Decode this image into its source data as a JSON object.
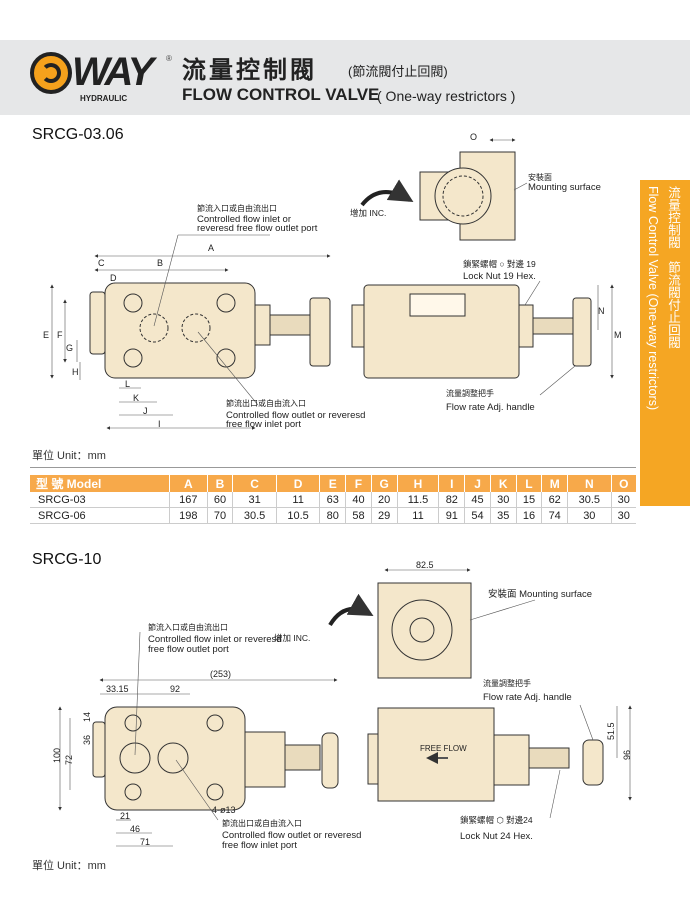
{
  "header": {
    "logo_text": "WAY",
    "logo_sub": "HYDRAULIC",
    "registered": "®",
    "title_zh": "流量控制閥",
    "title_zh_sub": "(節流閥付止回閥)",
    "title_en": "FLOW CONTROL VALVE",
    "title_en_sub": "( One-way restrictors )"
  },
  "side_tab": {
    "line1": "流量控制閥　節流閥付止回閥",
    "line2": "Flow Control Valve (One-way restrictors)"
  },
  "section1": {
    "title": "SRCG-03.06",
    "inc": "增加 INC.",
    "mounting_zh": "安裝面",
    "mounting_en": "Mounting surface",
    "inlet_zh": "節流入口或自由流出口",
    "inlet_en1": "Controlled flow inlet or",
    "inlet_en2": "reveresd free flow outlet port",
    "outlet_zh": "節流出口或自由流入口",
    "outlet_en1": "Controlled flow outlet or reveresd",
    "outlet_en2": "free flow inlet port",
    "locknut_zh": "鎖緊螺帽 ○ 對邊 19",
    "locknut_en": "Lock Nut 19 Hex.",
    "handle_zh": "流量調整把手",
    "handle_en": "Flow rate Adj. handle",
    "dims": {
      "A": "A",
      "B": "B",
      "C": "C",
      "D": "D",
      "E": "E",
      "F": "F",
      "G": "G",
      "H": "H",
      "I": "I",
      "J": "J",
      "K": "K",
      "L": "L",
      "M": "M",
      "N": "N",
      "O": "O"
    },
    "unit": "單位 Unit：mm"
  },
  "table": {
    "headers": [
      "型 號 Model",
      "A",
      "B",
      "C",
      "D",
      "E",
      "F",
      "G",
      "H",
      "I",
      "J",
      "K",
      "L",
      "M",
      "N",
      "O"
    ],
    "rows": [
      [
        "SRCG-03",
        "167",
        "60",
        "31",
        "11",
        "63",
        "40",
        "20",
        "11.5",
        "82",
        "45",
        "30",
        "15",
        "62",
        "30.5",
        "30"
      ],
      [
        "SRCG-06",
        "198",
        "70",
        "30.5",
        "10.5",
        "80",
        "58",
        "29",
        "11",
        "91",
        "54",
        "35",
        "16",
        "74",
        "30",
        "30"
      ]
    ]
  },
  "section2": {
    "title": "SRCG-10",
    "inc": "增加 INC.",
    "mounting": "安裝面 Mounting surface",
    "inlet_zh": "節流入口或自由流出口",
    "inlet_en1": "Controlled flow inlet or reveresd",
    "inlet_en2": "free flow outlet port",
    "outlet_zh": "節流出口或自由流入口",
    "outlet_en1": "Controlled flow outlet or reveresd",
    "outlet_en2": "free flow inlet port",
    "handle_zh": "流量調整把手",
    "handle_en": "Flow rate Adj. handle",
    "locknut_zh": "鎖緊螺帽 ⬡ 對邊24",
    "locknut_en": "Lock Nut 24 Hex.",
    "free_flow": "FREE FLOW",
    "holes": "4-ø13",
    "dims": {
      "d253": "(253)",
      "d3315": "33.15",
      "d92": "92",
      "d14": "14",
      "d36": "36",
      "d72": "72",
      "d100": "100",
      "d21": "21",
      "d46": "46",
      "d71": "71",
      "d825": "82.5",
      "d515": "51.5",
      "d96": "96"
    },
    "unit": "單位 Unit：mm"
  }
}
